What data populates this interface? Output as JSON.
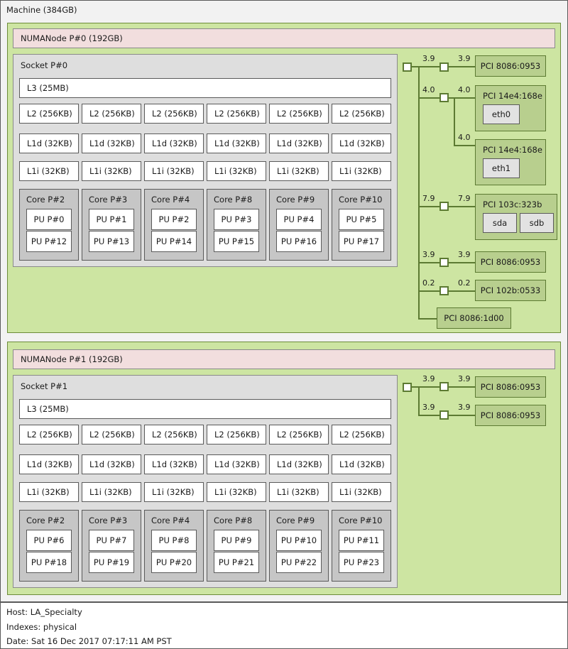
{
  "machine": {
    "title": "Machine (384GB)"
  },
  "nodes": [
    {
      "numanode_label": "NUMANode P#0 (192GB)",
      "socket_label": "Socket P#0",
      "l3_label": "L3 (25MB)",
      "l2_labels": [
        "L2 (256KB)",
        "L2 (256KB)",
        "L2 (256KB)",
        "L2 (256KB)",
        "L2 (256KB)",
        "L2 (256KB)"
      ],
      "l1d_labels": [
        "L1d (32KB)",
        "L1d (32KB)",
        "L1d (32KB)",
        "L1d (32KB)",
        "L1d (32KB)",
        "L1d (32KB)"
      ],
      "l1i_labels": [
        "L1i (32KB)",
        "L1i (32KB)",
        "L1i (32KB)",
        "L1i (32KB)",
        "L1i (32KB)",
        "L1i (32KB)"
      ],
      "cores": [
        {
          "label": "Core P#2",
          "pus": [
            "PU P#0",
            "PU P#12"
          ]
        },
        {
          "label": "Core P#3",
          "pus": [
            "PU P#1",
            "PU P#13"
          ]
        },
        {
          "label": "Core P#4",
          "pus": [
            "PU P#2",
            "PU P#14"
          ]
        },
        {
          "label": "Core P#8",
          "pus": [
            "PU P#3",
            "PU P#15"
          ]
        },
        {
          "label": "Core P#9",
          "pus": [
            "PU P#4",
            "PU P#16"
          ]
        },
        {
          "label": "Core P#10",
          "pus": [
            "PU P#5",
            "PU P#17"
          ]
        }
      ],
      "pci": [
        {
          "label": "PCI 8086:0953",
          "speed_left": "3.9",
          "speed_right": "3.9",
          "osdevs": []
        },
        {
          "label": "PCI 14e4:168e",
          "speed_left": "4.0",
          "speed_right": "4.0",
          "osdevs": [
            "eth0"
          ]
        },
        {
          "label": "PCI 14e4:168e",
          "speed_left": "",
          "speed_right": "4.0",
          "osdevs": [
            "eth1"
          ]
        },
        {
          "label": "PCI 103c:323b",
          "speed_left": "7.9",
          "speed_right": "7.9",
          "osdevs": [
            "sda",
            "sdb"
          ]
        },
        {
          "label": "PCI 8086:0953",
          "speed_left": "3.9",
          "speed_right": "3.9",
          "osdevs": []
        },
        {
          "label": "PCI 102b:0533",
          "speed_left": "0.2",
          "speed_right": "0.2",
          "osdevs": []
        },
        {
          "label": "PCI 8086:1d00",
          "speed_left": "",
          "speed_right": "",
          "osdevs": []
        }
      ]
    },
    {
      "numanode_label": "NUMANode P#1 (192GB)",
      "socket_label": "Socket P#1",
      "l3_label": "L3 (25MB)",
      "l2_labels": [
        "L2 (256KB)",
        "L2 (256KB)",
        "L2 (256KB)",
        "L2 (256KB)",
        "L2 (256KB)",
        "L2 (256KB)"
      ],
      "l1d_labels": [
        "L1d (32KB)",
        "L1d (32KB)",
        "L1d (32KB)",
        "L1d (32KB)",
        "L1d (32KB)",
        "L1d (32KB)"
      ],
      "l1i_labels": [
        "L1i (32KB)",
        "L1i (32KB)",
        "L1i (32KB)",
        "L1i (32KB)",
        "L1i (32KB)",
        "L1i (32KB)"
      ],
      "cores": [
        {
          "label": "Core P#2",
          "pus": [
            "PU P#6",
            "PU P#18"
          ]
        },
        {
          "label": "Core P#3",
          "pus": [
            "PU P#7",
            "PU P#19"
          ]
        },
        {
          "label": "Core P#4",
          "pus": [
            "PU P#8",
            "PU P#20"
          ]
        },
        {
          "label": "Core P#8",
          "pus": [
            "PU P#9",
            "PU P#21"
          ]
        },
        {
          "label": "Core P#9",
          "pus": [
            "PU P#10",
            "PU P#22"
          ]
        },
        {
          "label": "Core P#10",
          "pus": [
            "PU P#11",
            "PU P#23"
          ]
        }
      ],
      "pci": [
        {
          "label": "PCI 8086:0953",
          "speed_left": "3.9",
          "speed_right": "3.9",
          "osdevs": []
        },
        {
          "label": "PCI 8086:0953",
          "speed_left": "3.9",
          "speed_right": "3.9",
          "osdevs": []
        }
      ]
    }
  ],
  "footer": {
    "host": "Host: LA_Specialty",
    "indexes": "Indexes: physical",
    "date": "Date: Sat 16 Dec 2017 07:17:11 AM PST"
  },
  "colors": {
    "numanode_memory": "#f2dede",
    "package_green": "#cde5a2",
    "socket_grey": "#dedede",
    "core_grey": "#c6c6c6",
    "pci_green": "#b8cf8e",
    "osdev_grey": "#e2e2e2",
    "link_green": "#5c7a32"
  }
}
